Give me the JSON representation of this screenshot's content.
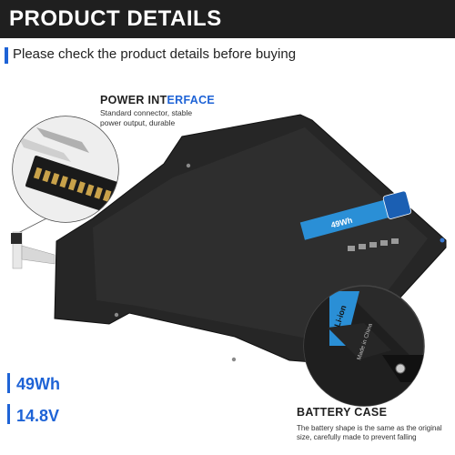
{
  "header": {
    "title": "PRODUCT DETAILS",
    "subtitle": "Please check the product details before buying"
  },
  "power_interface": {
    "heading_main": "POWER INT",
    "heading_accent": "ERFACE",
    "desc_line1": "Standard connector, stable",
    "desc_line2": "power output, durable"
  },
  "battery_case": {
    "heading": "BATTERY CASE",
    "desc_line1": "The battery shape is the same as the original",
    "desc_line2": "size, carefully made to prevent falling"
  },
  "specs": {
    "capacity": "49Wh",
    "voltage": "14.8V"
  },
  "battery_label": {
    "capacity_text": "49Wh",
    "chem_text": "Li-ion",
    "made_in": "Made in China"
  },
  "colors": {
    "accent": "#1e63d6",
    "title_bar": "#1f1f1f",
    "battery_body": "#262626",
    "label_blue": "#2a8fd6"
  }
}
